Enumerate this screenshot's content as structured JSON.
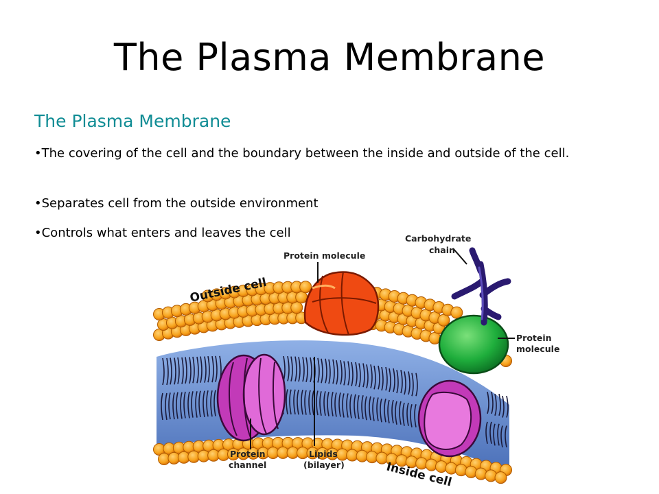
{
  "slide": {
    "title": "The Plasma Membrane",
    "subtitle": "The Plasma Membrane",
    "bullets": [
      "The covering of the cell and the boundary between the inside and outside of the cell.",
      "Separates cell from the outside environment",
      "Controls what enters and leaves the cell"
    ]
  },
  "diagram": {
    "labels": {
      "carbohydrate_1": "Carbohydrate",
      "carbohydrate_2": "chain",
      "protein_molecule_top": "Protein molecule",
      "outside_cell": "Outside cell",
      "protein_molecule_right_1": "Protein",
      "protein_molecule_right_2": "molecule",
      "protein_channel_1": "Protein",
      "protein_channel_2": "channel",
      "lipids_1": "Lipids",
      "lipids_2": "(bilayer)",
      "inside_cell": "Inside cell"
    },
    "colors": {
      "lipid_head": "#f7a21b",
      "lipid_head_dark": "#d9730a",
      "bilayer_blue": "#5a7fc4",
      "channel_purple": "#b52db0",
      "protein_orange": "#ef4a12",
      "protein_green": "#1fae3c",
      "carbohydrate": "#3b2a8a"
    }
  }
}
